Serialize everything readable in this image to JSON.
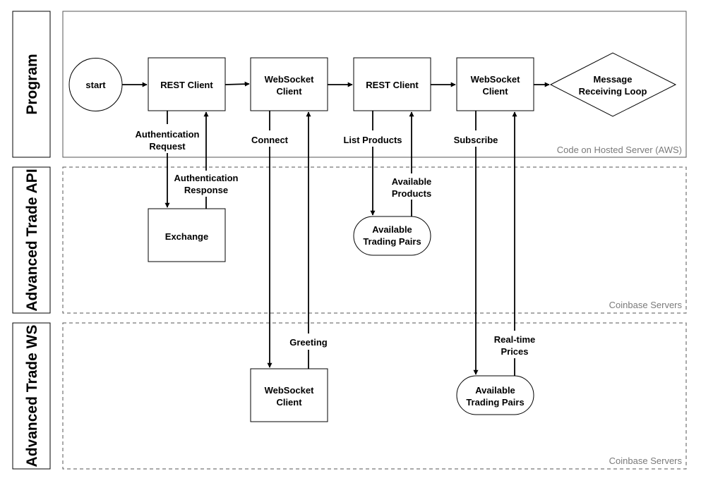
{
  "lanes": {
    "program": {
      "title": "Program",
      "caption": "Code on Hosted Server (AWS)"
    },
    "api": {
      "title": "Advanced Trade API",
      "caption": "Coinbase Servers"
    },
    "ws": {
      "title": "Advanced Trade WS",
      "caption": "Coinbase Servers"
    }
  },
  "nodes": {
    "start": "start",
    "rest_client_1": "REST Client",
    "websocket_client_1": [
      "WebSocket",
      "Client"
    ],
    "rest_client_2": "REST Client",
    "websocket_client_2": [
      "WebSocket",
      "Client"
    ],
    "message_loop": [
      "Message",
      "Receiving Loop"
    ],
    "exchange": "Exchange",
    "api_trading_pairs": [
      "Available",
      "Trading Pairs"
    ],
    "ws_client": [
      "WebSocket",
      "Client"
    ],
    "ws_trading_pairs": [
      "Available",
      "Trading Pairs"
    ]
  },
  "edges": {
    "auth_request": [
      "Authentication",
      "Request"
    ],
    "auth_response": [
      "Authentication",
      "Response"
    ],
    "connect": "Connect",
    "greeting": "Greeting",
    "list_products": "List Products",
    "available_products": [
      "Available",
      "Products"
    ],
    "subscribe": "Subscribe",
    "realtime_prices": [
      "Real-time",
      "Prices"
    ]
  }
}
